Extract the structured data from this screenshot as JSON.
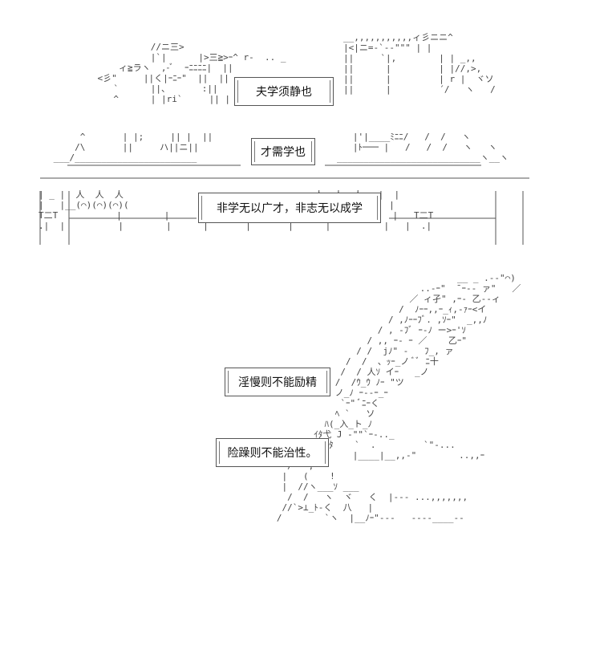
{
  "labels": {
    "motto_top": "夫学须静也",
    "motto_middle": "才需学也",
    "motto_banner": "非学无以广才，非志无以成学",
    "quote_one": "淫慢则不能励精",
    "quote_two": "险躁则不能治性。"
  },
  "ascii": {
    "temple_top_left": "              //ニ三>\n              |`|      |>三≧>ｰ^ r-  .. _\n        ィ≧ラヽ  ,-ﾞ  ｰﾆﾆﾆﾆ|  ||\n    <彡\"     ||く|ｰﾆｰ\"  ||  ||\n       `      ||、      :||   ||\n       ^      | |ri`     || |  ||",
    "temple_top_right": "__,,,,,,,,,,,ィ彡ニニ^\n|<|ニ=-`--\"\"\" | |\n||     `|,        | | _,,\n||      |         | |//,>,\n||      |         | r |  ヾソ\n||      |         ´/   ヽ   /",
    "temple_mid_left": "      ^       | |;     || |  ||\n     /\\       ||     ハ||ニ||\n ___/_______________________",
    "temple_mid_right": "   |'|____ﾐﾆﾆ/   /  /   ヽ\n   |ﾄ─── |   /   /  /   ヽ   ヽ\n___________________________ヽ__ヽ",
    "temple_base": "| _ |  人  人  人                                    人  人  人   |  |\n|   |__(⌒)(⌒)(⌒)(                                  (⌒)(⌒)(⌒)___|  |\nT二T           |        |                                          |   T二T\n.|  |          |        |      |       |       |      |          |   |  .|",
    "quill": "                                     __ _ .-‐\"⌒)\n                              ..-ｰ\"  ̄ ｰ-- ァ\"   ／\n                            ／ ィ孑\" ,ｰ‐ 乙--ィ\n                          /  ﾉｰｰ,,ｰ_ｨ,-ｧｰ<イ\n                        / ,ﾉｰｰﾌﾞ. ,ｿｰ\"  _,,ﾉ\n                      / , -ﾌﾞ ｰ-ﾉ ー>ｰ'ｿ\n                    / ,, ｰ‐ ｰ ／    乙ｰ\"\n                  / /  jﾉ\" ‐   ﾌ_, ァ\n                /  /  、ｯｰ_ノ ﾞﾞ ﾆ十\n               /  / 人ｿ イｰ   _ノ\n              /  /ｳ_ｳ ﾉｰ \"ツ\n              ノ_ﾉ ｰ--ｰ_ｰ\n               `ｰ\" ﾞﾆｰく\n              ﾍ `   ソ\n            ﾊ(_入_ト_ﾉ\n          ｲﾀ弋 J ‐\"\"`ｰ-.._\n        ,-' ｲﾀ    `  .         `\"-...\n      ／  ,ｲﾀ     |____|__,,-\"        ..,,ｰ\n     /   ,-‐\"\n    |   (    !\n    |  //ヽ___ｿ ___\n     /  /   ヽ  ヾ   く  |‐-- ...,,,,,,,\n    //`>⊥_ﾄ-く  八   |\n   /        `ヽ  |__ﾉｰ\"-‐‐   ‐‐‐-____‐‐"
  }
}
